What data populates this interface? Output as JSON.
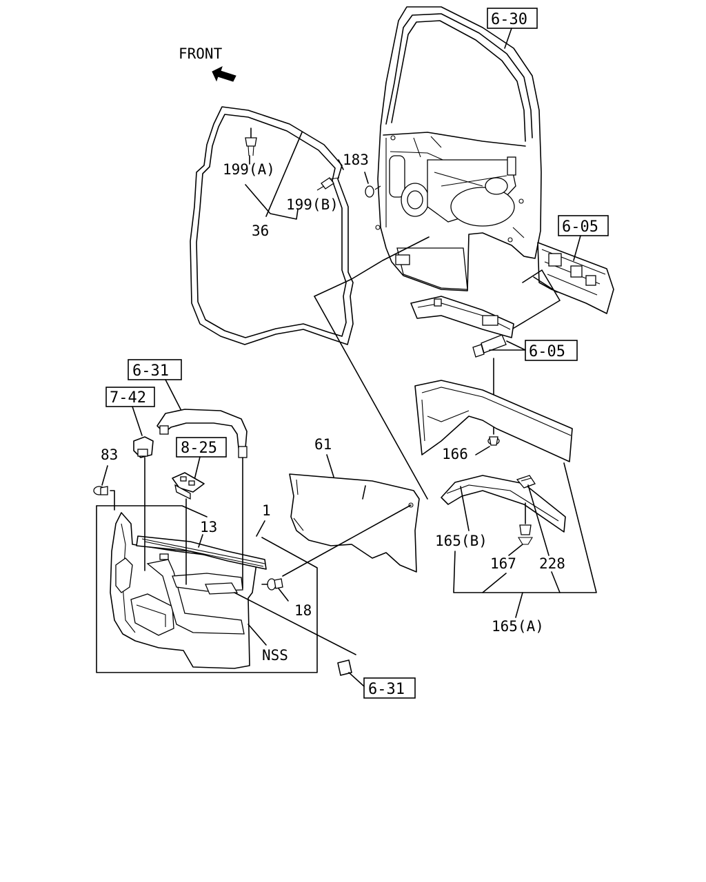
{
  "direction_label": "FRONT",
  "ref_boxes": {
    "door_frame": "6-30",
    "lower_trim_top": "6-05",
    "lower_trim_bolt": "6-05",
    "grip_upper": "6-31",
    "handle": "7-42",
    "switch": "8-25",
    "grip_lower": "6-31"
  },
  "callouts": {
    "clip_a": "199(A)",
    "clip_b": "199(B)",
    "weatherstrip": "36",
    "plug": "183",
    "screw_83": "83",
    "trim_assembly": "1",
    "trim_strip": "13",
    "clip_18": "18",
    "nss": "NSS",
    "sealing_screen": "61",
    "clip_166": "166",
    "fender_b": "165(B)",
    "clip_167": "167",
    "clip_228": "228",
    "fender_a": "165(A)"
  }
}
